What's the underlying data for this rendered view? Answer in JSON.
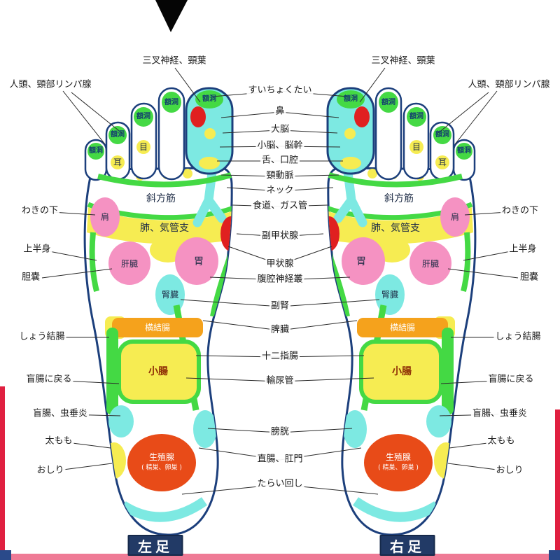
{
  "palette": {
    "outline_navy": "#1c3f7c",
    "zone_green": "#44d944",
    "zone_cyan": "#7de9e2",
    "zone_yellow": "#f6ec52",
    "zone_pink": "#f592c2",
    "zone_orange": "#f5a21c",
    "zone_red": "#e02020",
    "gonad_red_orange": "#e84b18",
    "footer_plate_navy": "#223a66",
    "edge_bar_red": "#e02040",
    "edge_strip_pink": "#ef7b96"
  },
  "top_labels": {
    "trigeminal": "三叉神経、頸葉",
    "head_lymph": "人頭、頸部リンパ腺"
  },
  "center_labels": [
    "すいちょくたい",
    "鼻",
    "大脳",
    "小脳、脳幹",
    "舌、口腔",
    "頸動脈",
    "ネック",
    "食道、ガス管",
    "副甲状腺",
    "甲状腺",
    "腹腔神経叢",
    "副腎",
    "脾臓",
    "十二指腸",
    "輸尿管",
    "膀胱",
    "直腸、肛門",
    "たらい回し"
  ],
  "side_labels": [
    "わきの下",
    "上半身",
    "胆嚢",
    "しょう結腸",
    "盲腸に戻る",
    "盲腸、虫垂炎",
    "太もも",
    "おしり"
  ],
  "zone_labels": {
    "frontal_sinus": "額洞",
    "eye": "目",
    "ear": "耳",
    "trapezius": "斜方筋",
    "shoulder": "肩",
    "lungs_bronchi": "肺、気管支",
    "liver": "肝臓",
    "stomach": "胃",
    "kidney": "腎臓",
    "transverse_colon": "横結腸",
    "small_intestine": "小腸",
    "gonad": "生殖腺",
    "gonad_sub": "( 精巣、卵巣 )"
  },
  "footer": {
    "left_foot": "左足",
    "right_foot": "右足"
  }
}
